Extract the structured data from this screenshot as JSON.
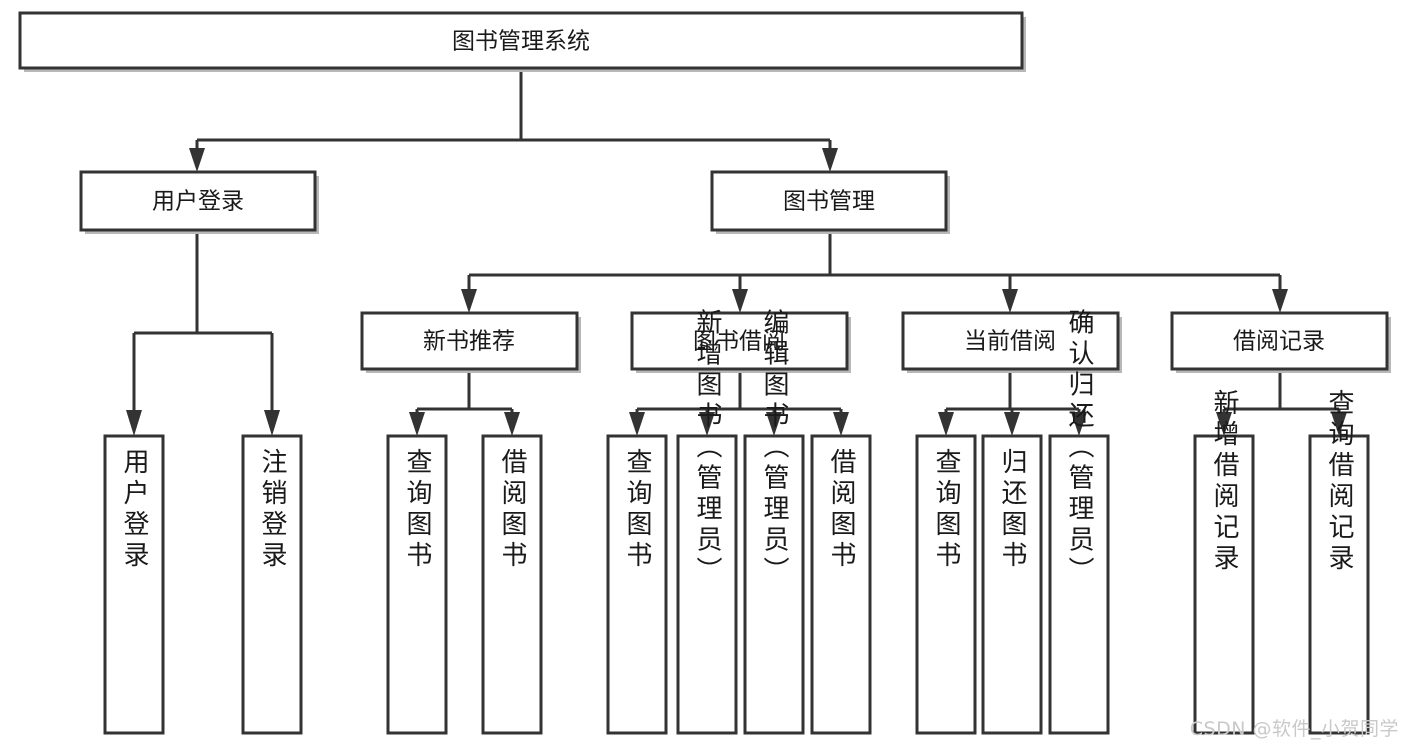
{
  "diagram": {
    "title": "图书管理系统",
    "type": "tree-hierarchy",
    "watermark": "CSDN @软件_小贺同学",
    "colors": {
      "box_stroke": "#333333",
      "box_fill": "#ffffff",
      "edge": "#333333",
      "text": "#1a1a1a",
      "watermark": "#c9c9c9",
      "background": "#ffffff"
    },
    "root": {
      "id": "root",
      "label": "图书管理系统"
    },
    "level2": [
      {
        "id": "user-login",
        "label": "用户登录"
      },
      {
        "id": "book-manage",
        "label": "图书管理"
      }
    ],
    "level3": [
      {
        "id": "new-book-rec",
        "label": "新书推荐",
        "parent": "book-manage"
      },
      {
        "id": "book-borrow",
        "label": "图书借阅",
        "parent": "book-manage"
      },
      {
        "id": "current-borrow",
        "label": "当前借阅",
        "parent": "book-manage"
      },
      {
        "id": "borrow-record",
        "label": "借阅记录",
        "parent": "book-manage"
      }
    ],
    "leaves": [
      {
        "id": "leaf-user-login",
        "label": "用户登录",
        "parent": "user-login"
      },
      {
        "id": "leaf-logout",
        "label": "注销登录",
        "parent": "user-login"
      },
      {
        "id": "leaf-query-book-1",
        "label": "查询图书",
        "parent": "new-book-rec"
      },
      {
        "id": "leaf-borrow-book-1",
        "label": "借阅图书",
        "parent": "new-book-rec"
      },
      {
        "id": "leaf-query-book-2",
        "label": "查询图书",
        "parent": "book-borrow"
      },
      {
        "id": "leaf-add-book",
        "label": "新增图书（管理员）",
        "parent": "book-borrow"
      },
      {
        "id": "leaf-edit-book",
        "label": "编辑图书（管理员）",
        "parent": "book-borrow"
      },
      {
        "id": "leaf-borrow-book-2",
        "label": "借阅图书",
        "parent": "book-borrow"
      },
      {
        "id": "leaf-query-book-3",
        "label": "查询图书",
        "parent": "current-borrow"
      },
      {
        "id": "leaf-return-book",
        "label": "归还图书",
        "parent": "current-borrow"
      },
      {
        "id": "leaf-confirm-return",
        "label": "确认归还（管理员）",
        "parent": "current-borrow"
      },
      {
        "id": "leaf-add-record",
        "label": "新增借阅记录",
        "parent": "borrow-record"
      },
      {
        "id": "leaf-query-record",
        "label": "查询借阅记录",
        "parent": "borrow-record"
      }
    ]
  }
}
